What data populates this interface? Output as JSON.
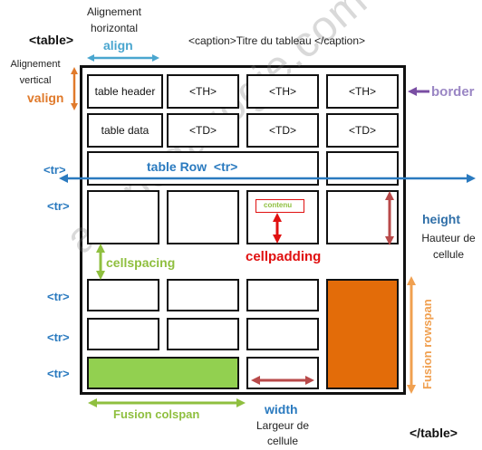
{
  "labels": {
    "table_open": "<table>",
    "table_close": "</table>",
    "caption": "<caption>Titre du tableau </caption>",
    "align_desc": "Alignement horizontal",
    "align": "align",
    "valign_desc": "Alignement vertical",
    "valign": "valign",
    "border": "border",
    "tr": "<tr>",
    "table_row": "table Row  <tr>",
    "height": "height",
    "height_desc": "Hauteur de cellule",
    "width": "width",
    "width_desc": "Largeur de cellule",
    "cellspacing": "cellspacing",
    "cellpadding": "cellpadding",
    "contenu": "contenu",
    "colspan": "Fusion colspan",
    "rowspan": "Fusion rowspan",
    "watermark": "apcpedagogie.com"
  },
  "row_header": [
    "table header",
    "<TH>",
    "<TH>",
    "<TH>"
  ],
  "row_data": [
    "table data",
    "<TD>",
    "<TD>",
    "<TD>"
  ],
  "colors": {
    "frame": "#111111",
    "tag_blue": "#2a7abf",
    "align_blue": "#4aa6cf",
    "valign_orange": "#e07a2b",
    "border_purple": "#9a86c4",
    "border_arrow": "#7a4ea3",
    "green": "#8fbf3f",
    "green_fill": "#92d050",
    "red": "#e01010",
    "dark_red": "#b94a4a",
    "rowspan_fill": "#e36c09",
    "rowspan_orange": "#f0a050",
    "height_blue": "#2f6fa8"
  }
}
